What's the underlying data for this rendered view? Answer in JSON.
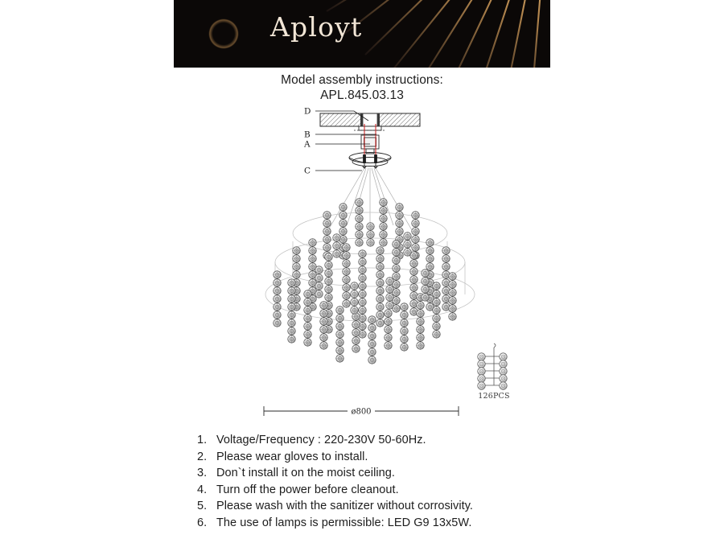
{
  "banner": {
    "brand_name": "Aployt",
    "emblem_icon": "sunburst-emblem-icon",
    "rays_icon": "radial-rays-icon",
    "background_color": "#0b0807",
    "gold_color": "#c9a06a",
    "wordmark_color": "#f2e6d6"
  },
  "title": {
    "heading": "Model assembly instructions:",
    "model_code": "APL.845.03.13"
  },
  "diagram": {
    "callouts": [
      {
        "key": "D",
        "label": "D"
      },
      {
        "key": "B",
        "label": "B"
      },
      {
        "key": "A",
        "label": "A"
      },
      {
        "key": "C",
        "label": "C"
      }
    ],
    "dimension_label": "ø800",
    "product_icon": "crystal-chandelier-icon",
    "ceiling_icon": "ceiling-slab-icon"
  },
  "parts_inset": {
    "count_label": "126PCS",
    "strand_icon": "crystal-strand-icon"
  },
  "instructions": {
    "items": [
      {
        "num": "1.",
        "text": "Voltage/Frequency : 220-230V 50-60Hz."
      },
      {
        "num": "2.",
        "text": "Please wear gloves to install."
      },
      {
        "num": "3.",
        "text": "Don`t install it on the moist ceiling."
      },
      {
        "num": "4.",
        "text": "Turn off the power before cleanout."
      },
      {
        "num": "5.",
        "text": "Please wash with the sanitizer without corrosivity."
      },
      {
        "num": "6.",
        "text": "The use of lamps is permissible: LED G9 13x5W."
      }
    ]
  }
}
